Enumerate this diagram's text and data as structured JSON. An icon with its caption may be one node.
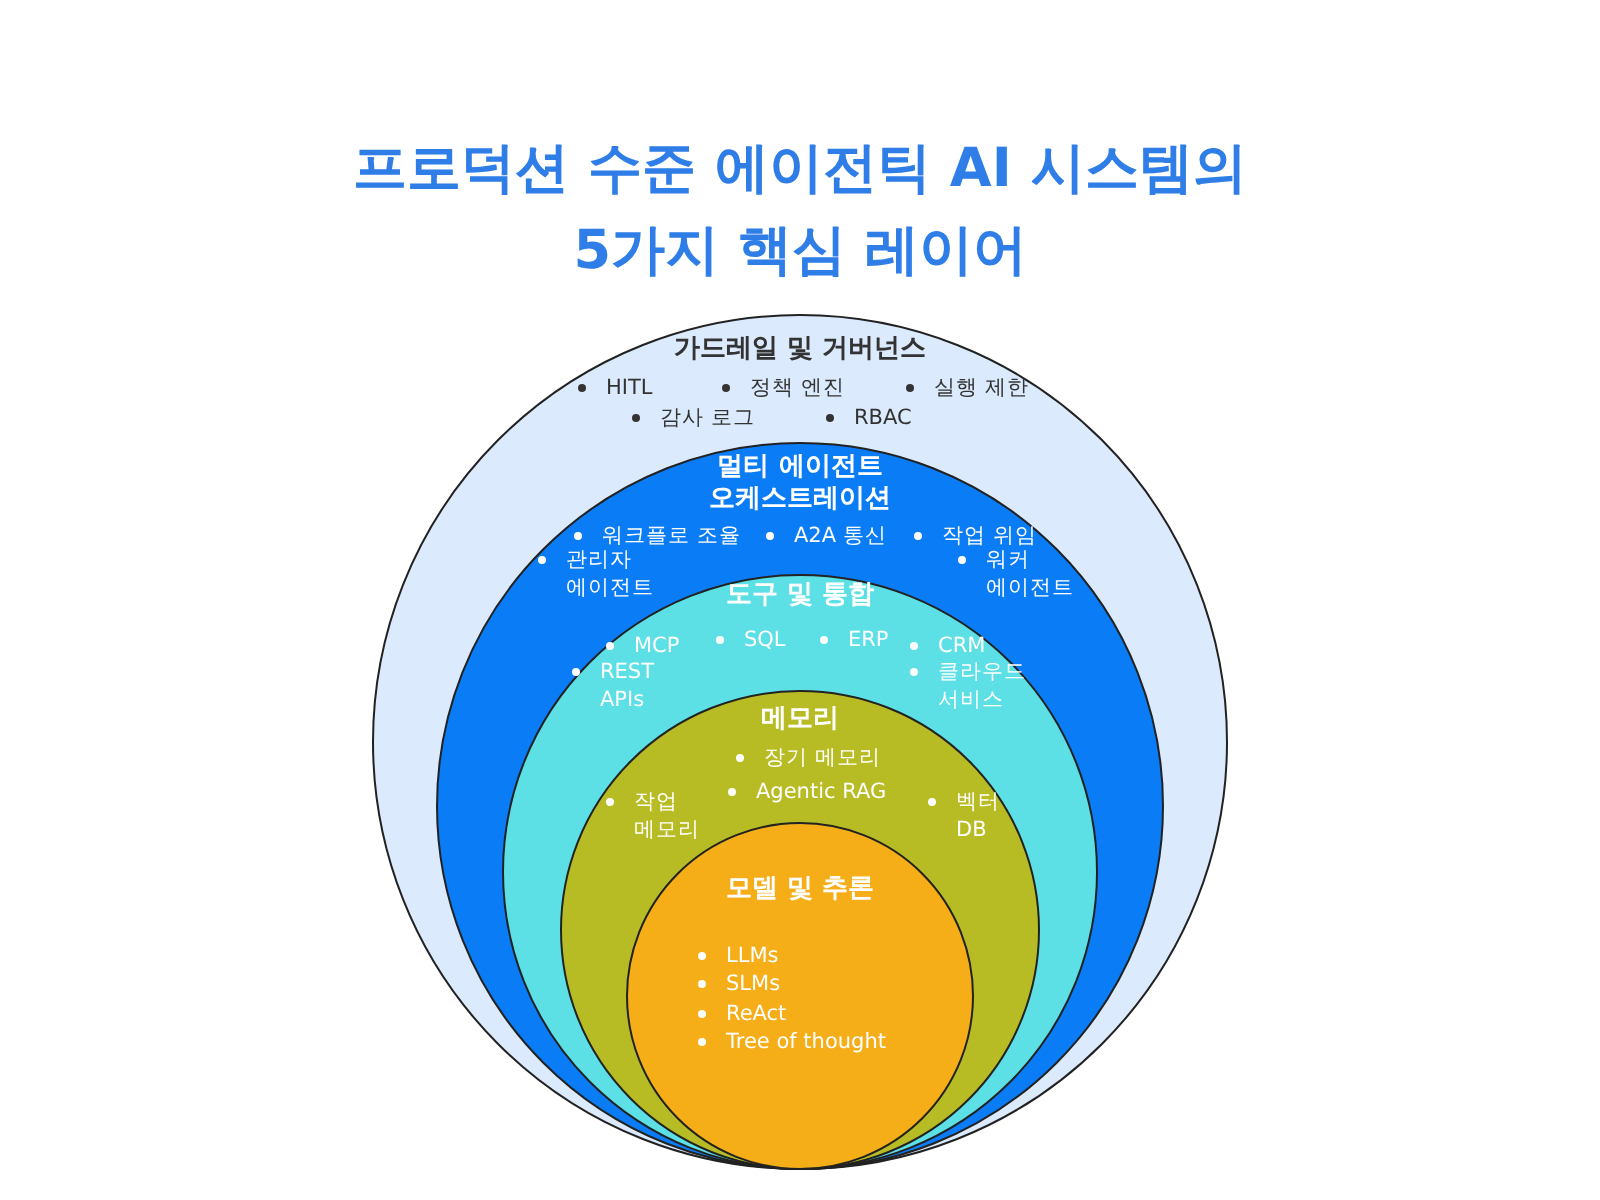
{
  "diagram": {
    "title": "프로덕션 수준 에이전틱 AI 시스템의 5가지 핵심 레이어",
    "nodes": [
      {
        "text": [
          "가드레일 및 거버넌스",
          "HITL",
          "정책 엔진",
          "실행 제한",
          "감사 로그",
          "RBAC"
        ]
      },
      {
        "text": [
          "멀티 에이전트 오케스트레이션",
          "워크플로 조율",
          "A2A 통신",
          "작업 위임",
          "관리자 에이전트",
          "워커 에이전트"
        ],
        "in": 0
      },
      {
        "text": [
          "도구 및 통합",
          "MCP",
          "SQL",
          "ERP",
          "CRM",
          "REST APIs",
          "클라우드 서비스"
        ],
        "in": 1
      },
      {
        "text": [
          "메모리",
          "장기 메모리",
          "Agentic RAG",
          "작업 메모리",
          "벡터 DB"
        ],
        "in": 2
      },
      {
        "text": [
          "모델 및 추론",
          "LLMs",
          "SLMs",
          "ReAct",
          "Tree of thought"
        ],
        "in": 3
      }
    ]
  }
}
